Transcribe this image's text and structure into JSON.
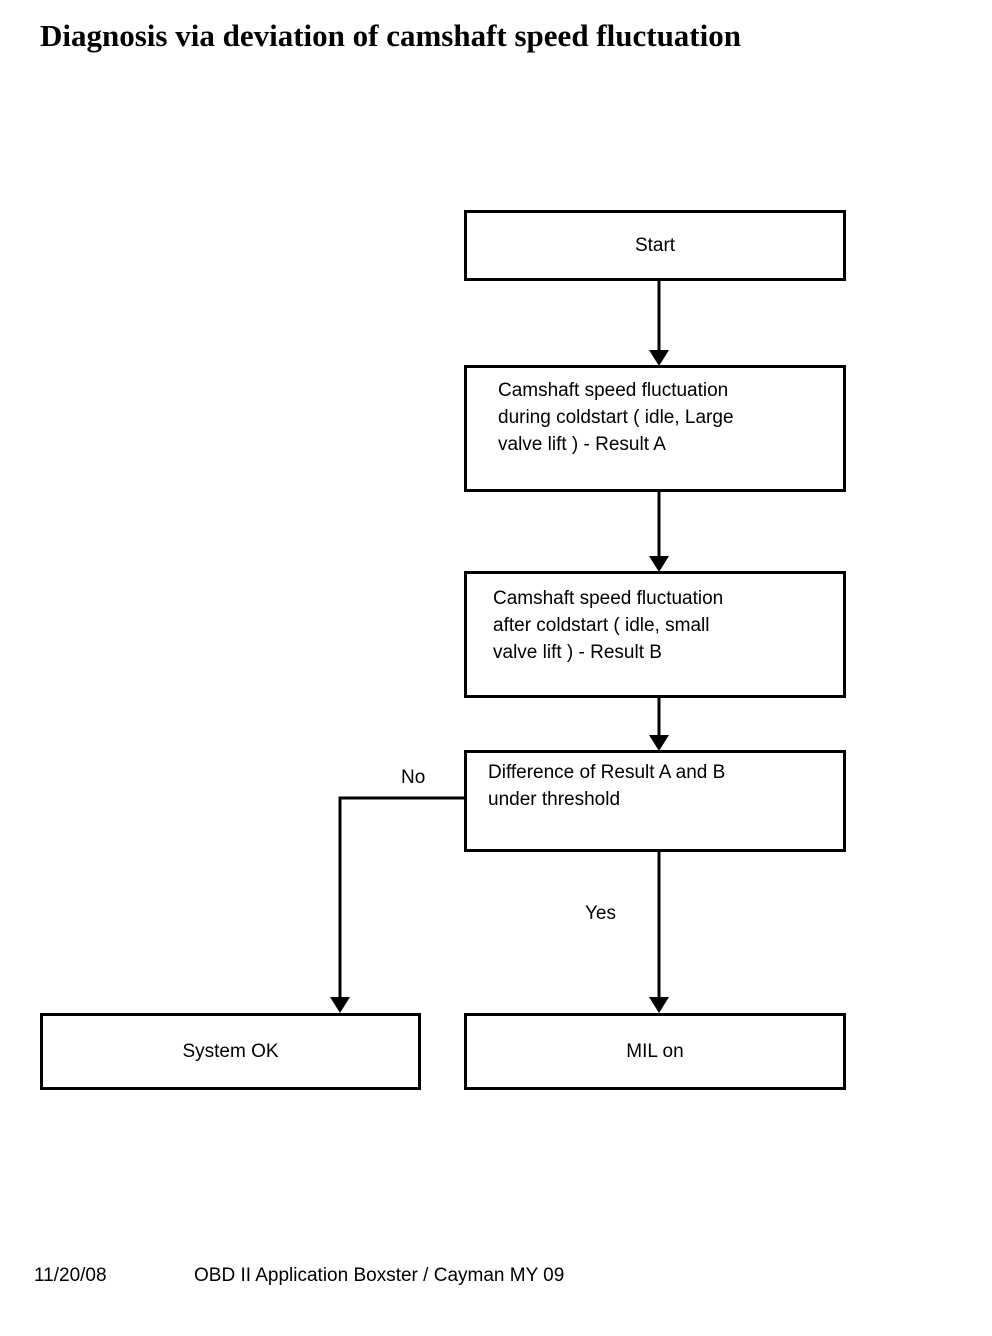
{
  "page": {
    "title": "Diagnosis via deviation of camshaft speed fluctuation"
  },
  "flowchart": {
    "line_color": "#000000",
    "nodes": {
      "start": {
        "label": "Start"
      },
      "result_a": {
        "lines": [
          "Camshaft speed fluctuation",
          "during coldstart ( idle, Large",
          "valve lift ) - Result A"
        ]
      },
      "result_b": {
        "lines": [
          "Camshaft speed fluctuation",
          "after coldstart ( idle, small",
          "valve lift ) - Result B"
        ]
      },
      "decision": {
        "lines": [
          "Difference of Result A and B",
          "under threshold"
        ]
      },
      "system_ok": {
        "label": "System OK"
      },
      "mil_on": {
        "label": "MIL on"
      }
    },
    "edge_labels": {
      "no": "No",
      "yes": "Yes"
    }
  },
  "footer": {
    "date": "11/20/08",
    "document_title": "OBD II Application Boxster / Cayman MY 09"
  }
}
